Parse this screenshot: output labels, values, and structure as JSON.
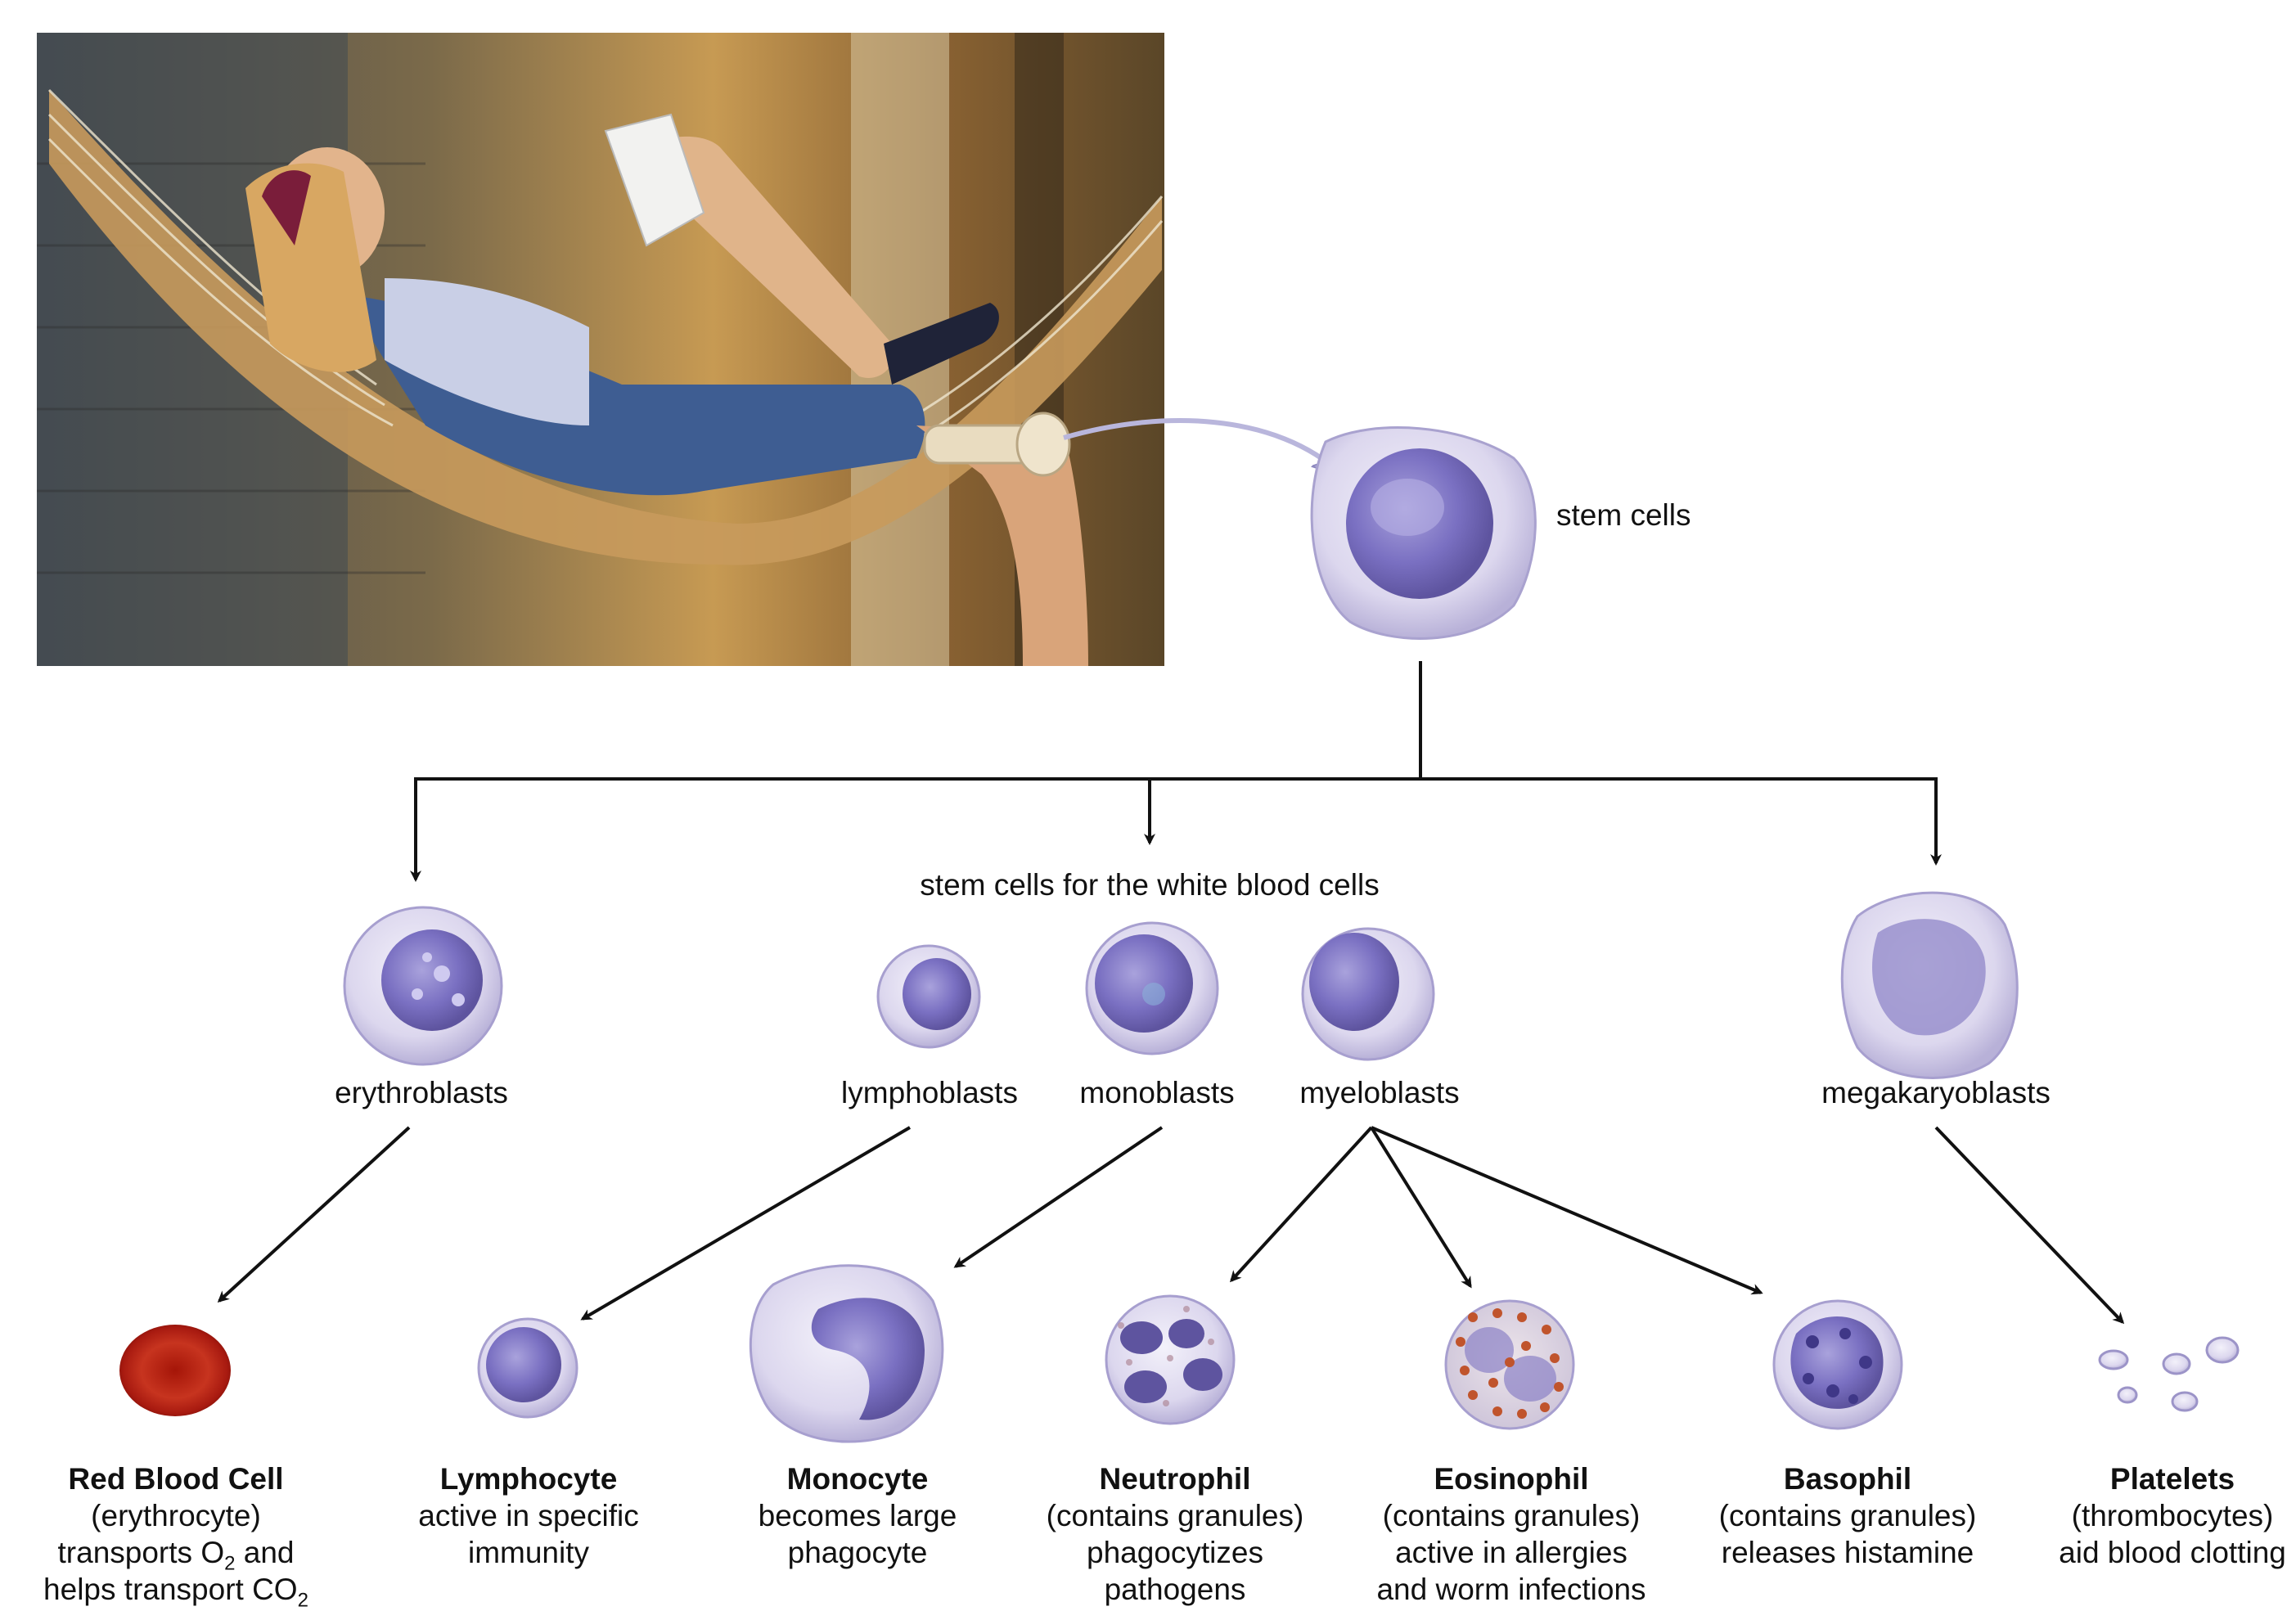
{
  "labels": {
    "stem_cells": "stem cells",
    "wbc_stem_cells": "stem cells for the white blood cells",
    "erythroblasts": "erythroblasts",
    "lymphoblasts": "lymphoblasts",
    "monoblasts": "monoblasts",
    "myeloblasts": "myeloblasts",
    "megakaryoblasts": "megakaryoblasts"
  },
  "cells": {
    "red_blood_cell": {
      "name": "Red Blood Cell",
      "line1": "(erythrocyte)",
      "line2_a": "transports O",
      "line2_sub": "2",
      "line2_b": " and",
      "line3_a": "helps transport CO",
      "line3_sub": "2"
    },
    "lymphocyte": {
      "name": "Lymphocyte",
      "line1": "active in specific",
      "line2": "immunity"
    },
    "monocyte": {
      "name": "Monocyte",
      "line1": "becomes large",
      "line2": "phagocyte"
    },
    "neutrophil": {
      "name": "Neutrophil",
      "line1": "(contains granules)",
      "line2": "phagocytizes",
      "line3": "pathogens"
    },
    "eosinophil": {
      "name": "Eosinophil",
      "line1": "(contains granules)",
      "line2": "active in allergies",
      "line3": "and worm infections"
    },
    "basophil": {
      "name": "Basophil",
      "line1": "(contains granules)",
      "line2": "releases histamine"
    },
    "platelets": {
      "name": "Platelets",
      "line1": "(thrombocytes)",
      "line2": "aid blood clotting"
    }
  },
  "colors": {
    "cell_membrane": "#d9d4ec",
    "cell_nucleus": "#6f67b8",
    "red_cell": "#b01c12",
    "eosin_granule": "#c0542c",
    "line": "#111111",
    "arrow_bone": "#b9b6dc"
  }
}
